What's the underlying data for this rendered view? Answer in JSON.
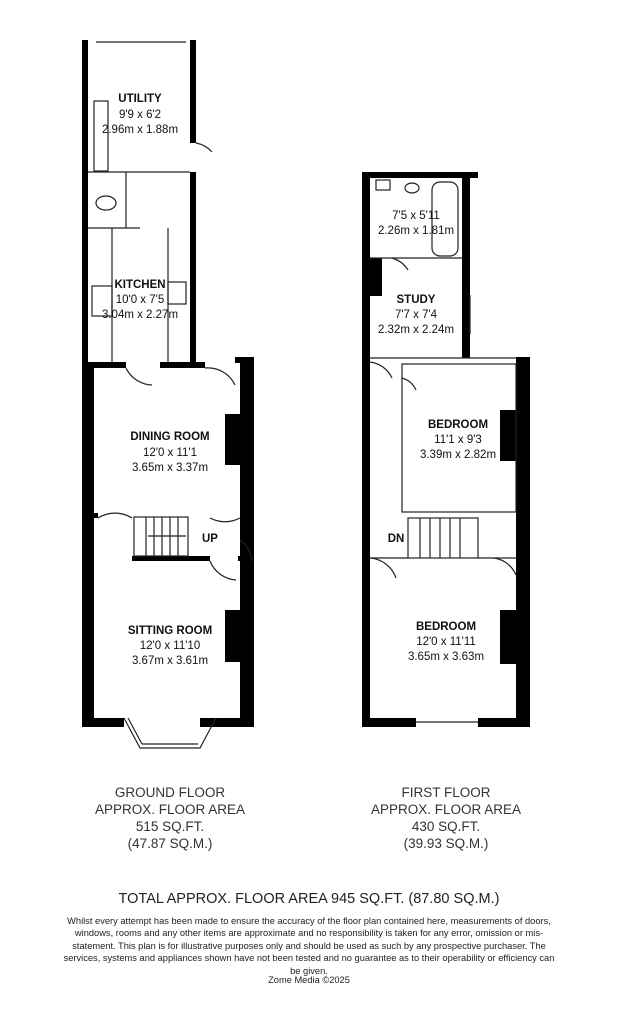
{
  "ground_floor": {
    "rooms": {
      "utility": {
        "name": "UTILITY",
        "imperial": "9'9 x 6'2",
        "metric": "2.96m x 1.88m"
      },
      "kitchen": {
        "name": "KITCHEN",
        "imperial": "10'0 x 7'5",
        "metric": "3.04m x 2.27m"
      },
      "dining": {
        "name": "DINING ROOM",
        "imperial": "12'0 x 11'1",
        "metric": "3.65m x 3.37m"
      },
      "sitting": {
        "name": "SITTING ROOM",
        "imperial": "12'0 x 11'10",
        "metric": "3.67m x 3.61m"
      }
    },
    "stair_label": "UP",
    "caption": {
      "title": "GROUND FLOOR",
      "line2": "APPROX. FLOOR AREA",
      "sqft": "515 SQ.FT.",
      "sqm": "(47.87 SQ.M.)"
    }
  },
  "first_floor": {
    "rooms": {
      "bathroom": {
        "imperial": "7'5 x 5'11",
        "metric": "2.26m x 1.81m"
      },
      "study": {
        "name": "STUDY",
        "imperial": "7'7 x 7'4",
        "metric": "2.32m x 2.24m"
      },
      "bedroom1": {
        "name": "BEDROOM",
        "imperial": "11'1 x 9'3",
        "metric": "3.39m x 2.82m"
      },
      "bedroom2": {
        "name": "BEDROOM",
        "imperial": "12'0 x 11'11",
        "metric": "3.65m x 3.63m"
      }
    },
    "stair_label": "DN",
    "caption": {
      "title": "FIRST FLOOR",
      "line2": "APPROX. FLOOR AREA",
      "sqft": "430 SQ.FT.",
      "sqm": "(39.93 SQ.M.)"
    }
  },
  "footer": {
    "total": "TOTAL APPROX. FLOOR AREA 945 SQ.FT. (87.80 SQ.M.)",
    "disclaimer": "Whilst every attempt has been made to ensure the accuracy of the floor plan contained here, measurements of doors, windows, rooms and any other items are approximate and no responsibility is taken for any error, omission or mis-statement. This plan is for illustrative purposes only and should be used as such by any prospective purchaser. The services, systems and appliances shown have not been tested and no guarantee as to their operability or efficiency can be given.",
    "credit": "Zome Media ©2025"
  }
}
